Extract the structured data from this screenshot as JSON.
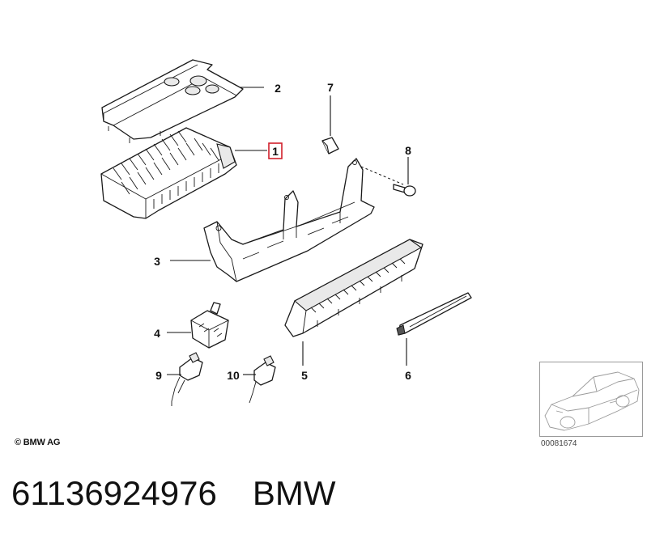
{
  "callouts": [
    {
      "number": "1",
      "highlighted": true
    },
    {
      "number": "2"
    },
    {
      "number": "3"
    },
    {
      "number": "4"
    },
    {
      "number": "5"
    },
    {
      "number": "6"
    },
    {
      "number": "7"
    },
    {
      "number": "8"
    },
    {
      "number": "9"
    },
    {
      "number": "10"
    }
  ],
  "highlight_color": "#d11f2b",
  "copyright": "© BMW AG",
  "diagram_reference": "00081674",
  "footer": {
    "part_number": "61136924976",
    "brand": "BMW"
  }
}
